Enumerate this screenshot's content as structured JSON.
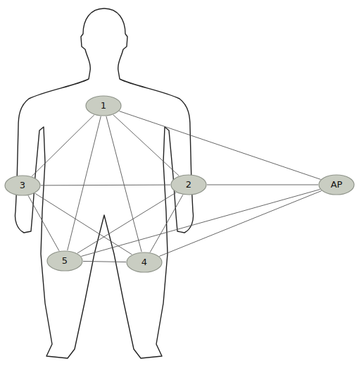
{
  "diagram": {
    "nodes": [
      {
        "text": [
          "1"
        ]
      },
      {
        "text": [
          "3"
        ]
      },
      {
        "text": [
          "2"
        ]
      },
      {
        "text": [
          "AP"
        ]
      },
      {
        "text": [
          "5"
        ]
      },
      {
        "text": [
          "4"
        ]
      }
    ],
    "edges": [
      {
        "from": 0,
        "to": 1,
        "arrow": "none"
      },
      {
        "from": 0,
        "to": 2,
        "arrow": "none"
      },
      {
        "from": 0,
        "to": 4,
        "arrow": "none"
      },
      {
        "from": 0,
        "to": 5,
        "arrow": "none"
      },
      {
        "from": 0,
        "to": 3,
        "arrow": "none"
      },
      {
        "from": 1,
        "to": 2,
        "arrow": "none"
      },
      {
        "from": 1,
        "to": 4,
        "arrow": "none"
      },
      {
        "from": 1,
        "to": 5,
        "arrow": "none"
      },
      {
        "from": 2,
        "to": 4,
        "arrow": "none"
      },
      {
        "from": 2,
        "to": 5,
        "arrow": "none"
      },
      {
        "from": 2,
        "to": 3,
        "arrow": "none"
      },
      {
        "from": 4,
        "to": 5,
        "arrow": "none"
      },
      {
        "from": 4,
        "to": 3,
        "arrow": "none"
      },
      {
        "from": 5,
        "to": 3,
        "arrow": "none"
      }
    ]
  }
}
